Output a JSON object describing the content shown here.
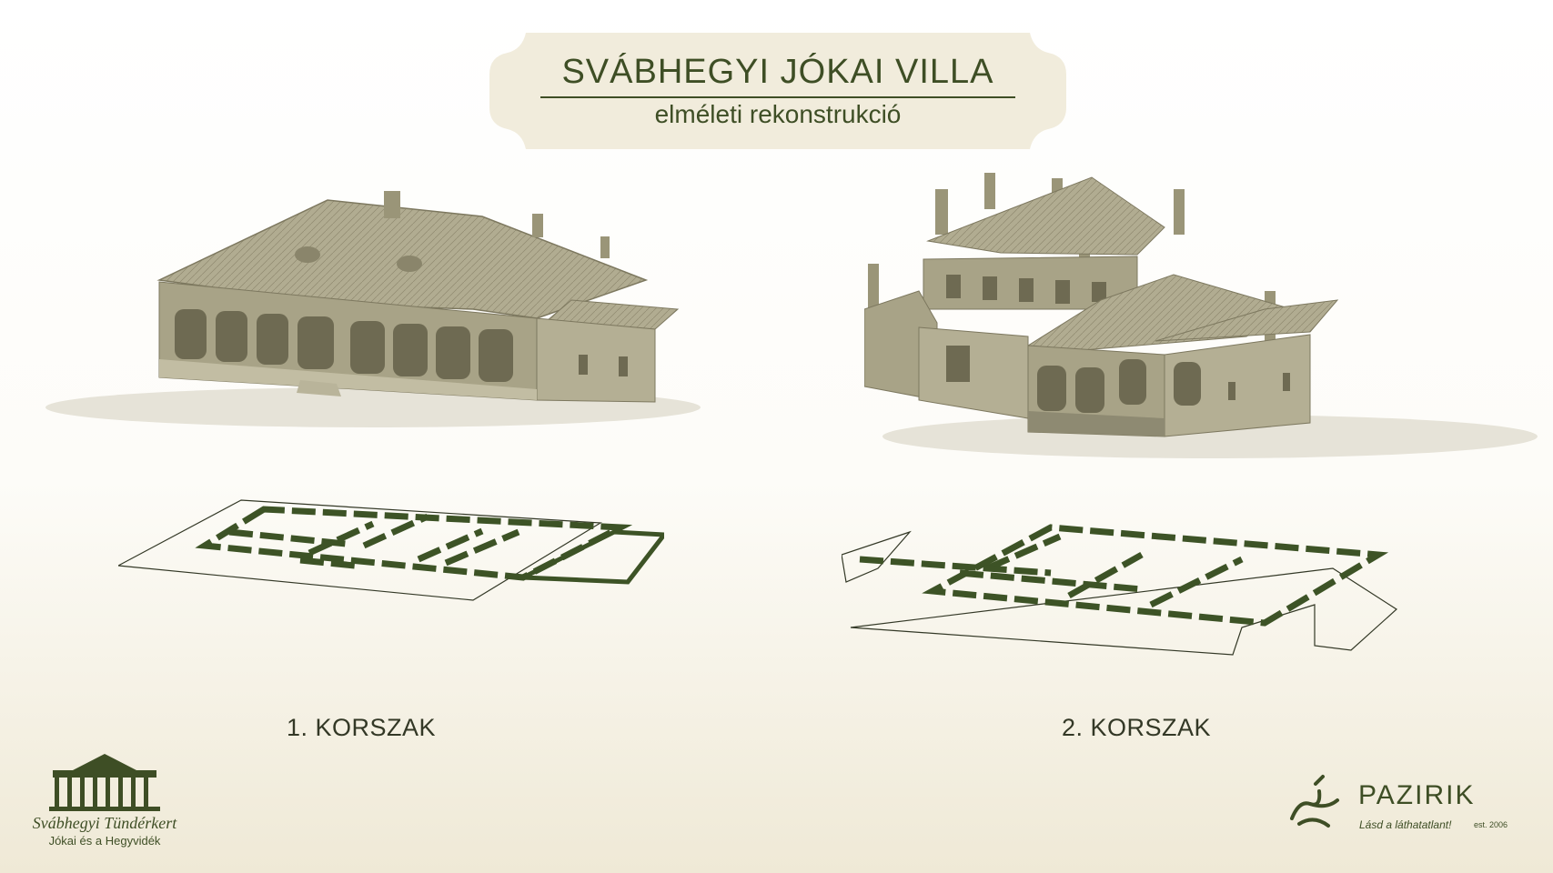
{
  "title": {
    "main": "SVÁBHEGYI JÓKAI VILLA",
    "sub": "elméleti rekonstrukció"
  },
  "eras": [
    {
      "label": "1. KORSZAK"
    },
    {
      "label": "2. KORSZAK"
    }
  ],
  "logo_left": {
    "name": "Svábhegyi Tündérkert",
    "tagline": "Jókai és a Hegyvidék"
  },
  "logo_right": {
    "brand": "PAZIRIK",
    "slogan": "Lásd a láthatatlant!",
    "est": "est. 2006"
  },
  "colors": {
    "accent": "#3e4e25",
    "plaque": "#f1ecdc",
    "model": "#a8a387",
    "wall": "#3d5326"
  }
}
